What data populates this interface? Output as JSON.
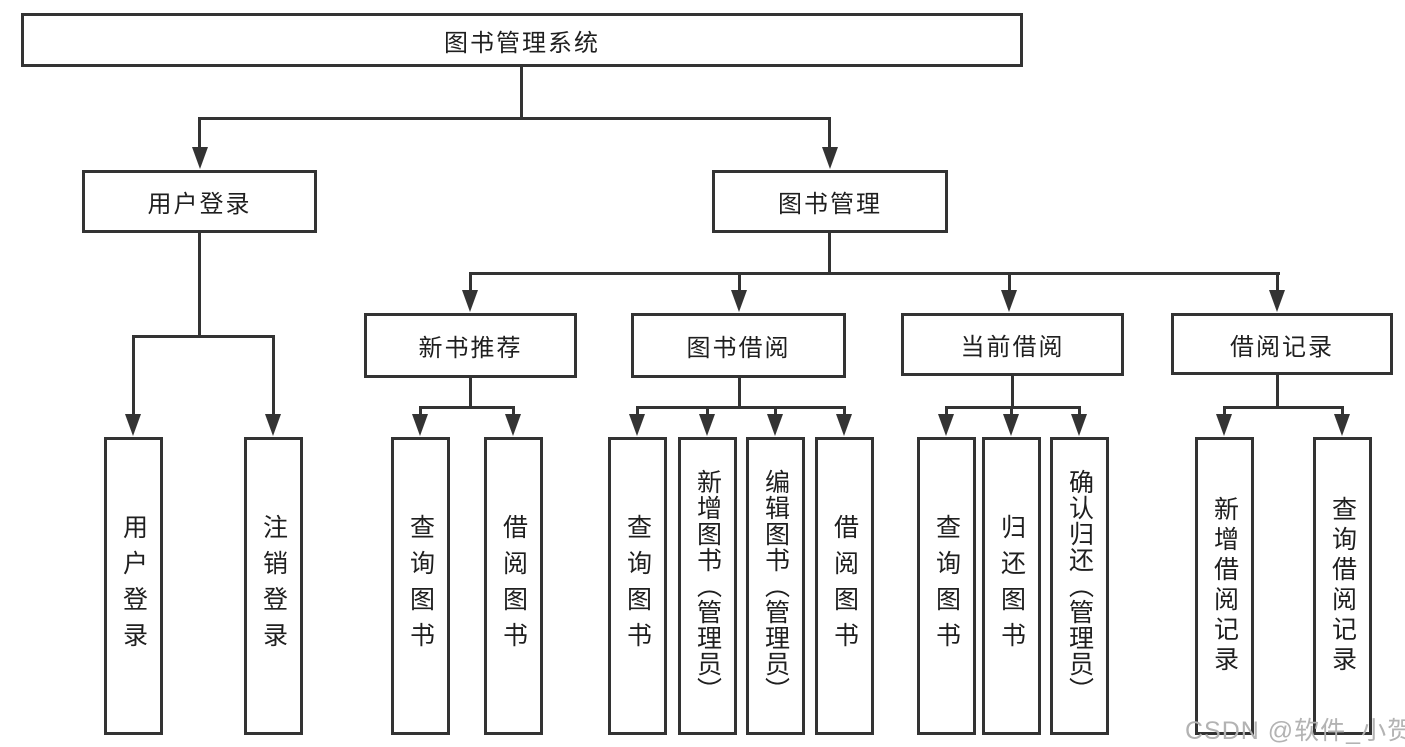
{
  "nodes": {
    "root": "图书管理系统",
    "user_login": "用户登录",
    "book_mgmt": "图书管理",
    "new_book": "新书推荐",
    "book_borrow": "图书借阅",
    "current_borrow": "当前借阅",
    "borrow_record": "借阅记录"
  },
  "leaves": {
    "user_login": [
      "用户登录",
      "注销登录"
    ],
    "new_book": [
      "查询图书",
      "借阅图书"
    ],
    "book_borrow": [
      "查询图书",
      "新增图书（管理员）",
      "编辑图书（管理员）",
      "借阅图书"
    ],
    "current_borrow": [
      "查询图书",
      "归还图书",
      "确认归还（管理员）"
    ],
    "borrow_record": [
      "新增借阅记录",
      "查询借阅记录"
    ]
  },
  "watermark": "CSDN @软件_小贺同学",
  "colors": {
    "line": "#333333",
    "text": "#1f1f1f",
    "background": "#ffffff",
    "watermark": "#b3b3b3"
  }
}
